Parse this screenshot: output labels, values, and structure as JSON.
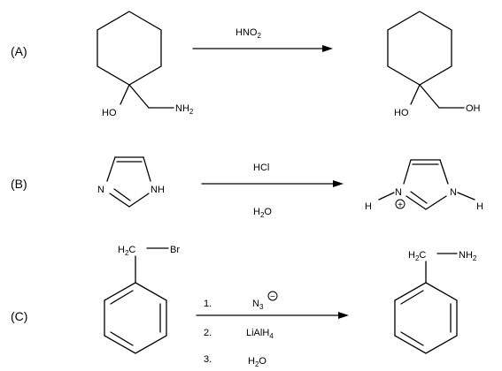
{
  "reactions": [
    {
      "label": "(A)",
      "reagent": {
        "main": "HNO",
        "sub": "2"
      },
      "reactant": {
        "ho": "HO",
        "amine": "NH",
        "amine_sub": "2"
      },
      "product": {
        "ho": "HO",
        "oh": "OH"
      }
    },
    {
      "label": "(B)",
      "reagent_top": "HCl",
      "reagent_bottom": {
        "pre": "H",
        "sub": "2",
        "post": "O"
      },
      "reactant": {
        "n": "N",
        "nh": "NH"
      },
      "product": {
        "h_left": "H",
        "n_left": "N",
        "n_right": "N",
        "h_right": "H",
        "charge": "+"
      }
    },
    {
      "label": "(C)",
      "steps": [
        {
          "num": "1.",
          "main": "N",
          "sub": "3",
          "charge": "−"
        },
        {
          "num": "2.",
          "main": "LiAlH",
          "sub": "4"
        },
        {
          "num": "3.",
          "pre": "H",
          "sub": "2",
          "post": "O"
        }
      ],
      "reactant": {
        "h2c_pre": "H",
        "h2c_sub": "2",
        "h2c_post": "C",
        "br": "Br"
      },
      "product": {
        "h2c_pre": "H",
        "h2c_sub": "2",
        "h2c_post": "C",
        "nh": "NH",
        "nh_sub": "2"
      }
    }
  ]
}
